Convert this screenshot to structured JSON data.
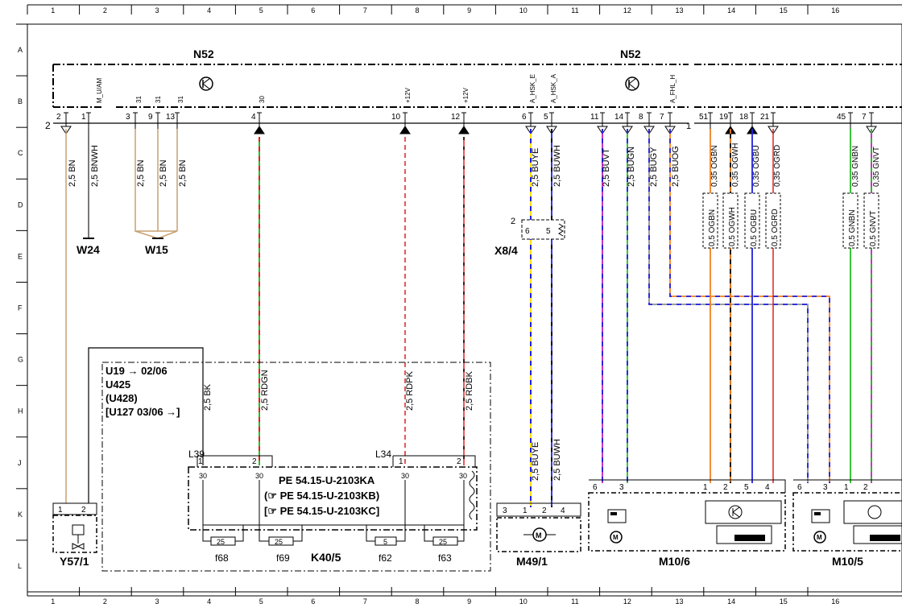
{
  "grid": {
    "columns": [
      "1",
      "2",
      "3",
      "4",
      "5",
      "6",
      "7",
      "8",
      "9",
      "10",
      "11",
      "12",
      "13",
      "14",
      "15",
      "16"
    ],
    "rows": [
      "A",
      "B",
      "C",
      "D",
      "E",
      "F",
      "G",
      "H",
      "J",
      "K",
      "L"
    ]
  },
  "components": {
    "n52_left": "N52",
    "n52_right": "N52",
    "w24": "W24",
    "w15": "W15",
    "x8_4": "X8/4",
    "y57_1": "Y57/1",
    "k40_5": "K40/5",
    "m49_1": "M49/1",
    "m10_6": "M10/6",
    "m10_5": "M10/5"
  },
  "connector_labels": {
    "c2": "2",
    "c1": "1",
    "c3": "3",
    "c9": "9",
    "c13": "13",
    "c4": "4",
    "c10": "10",
    "c12": "12",
    "c6": "6",
    "c5": "5",
    "c11": "11",
    "c14": "14",
    "c8": "8",
    "c7": "7",
    "c51": "51",
    "c19": "19",
    "c18": "18",
    "c21": "21",
    "c45": "45",
    "c7b": "7"
  },
  "signal_labels": {
    "s_m_u_am": "M_U/AM",
    "s31a": "31",
    "s31b": "31",
    "s31c": "31",
    "s30": "30",
    "s12va": "+12V",
    "s12vb": "+12V",
    "s_hsk_e": "A_HSK_E",
    "s_hsk_a": "A_HSK_A",
    "s_fhl_h": "A_FHL_H"
  },
  "wires": {
    "w_bn1": "2,5  BN",
    "w_bnwh": "2,5  BNWH",
    "w_bn2": "2,5  BN",
    "w_bn3": "2,5  BN",
    "w_bn4": "2,5  BN",
    "w_buye": "2,5  BUYE",
    "w_buwh": "2,5  BUWH",
    "w_buvt": "2,5  BUVT",
    "w_bugn": "2,5  BUGN",
    "w_bugy": "2,5  BUGY",
    "w_buog": "2,5  BUOG",
    "w_ogbn": "0,35  OGBN",
    "w_ogwh": "0,35  OGWH",
    "w_ogbu": "0,35  OGBU",
    "w_ogrd": "0,35  OGRD",
    "w_gnbn": "0,35  GNBN",
    "w_gnvt": "0,35  GNVT",
    "w_ogbn2": "0,5  OGBN",
    "w_ogwh2": "0,5  OGWH",
    "w_ogbu2": "0,5  OGBU",
    "w_ogrd2": "0,5  OGRD",
    "w_gnbn2": "0,5  GNBN",
    "w_gnvt2": "0,5  GNVT",
    "w_bk": "2,5  BK",
    "w_rdgn": "2,5  RDGN",
    "w_rdpk": "2,5  RDPK",
    "w_rdbk": "2,5  RDBK",
    "w_buye2": "2,5  BUYE",
    "w_buwh2": "2,5  BUWH"
  },
  "k40_notes": {
    "u19": "U19  →  02/06",
    "u425": "U425",
    "u428": "(U428)",
    "u127": "[U127  03/06 →]",
    "l39": "L39",
    "l34": "L34",
    "pe_a": "PE  54.15-U-2103KA",
    "pe_b": "(☞ PE  54.15-U-2103KB)",
    "pe_c": "[☞ PE  54.15-U-2103KC]",
    "f68": "f68",
    "f69": "f69",
    "f62": "f62",
    "f63": "f63",
    "f68v": "25",
    "f69v": "25",
    "f62v": "5",
    "f63v": "25"
  },
  "colors": {
    "brown": "#c8a070",
    "green": "#22c022",
    "red": "#e02020",
    "yellow": "#ffe000",
    "blue": "#2020e0",
    "violet": "#c020c0",
    "orange": "#f08020",
    "gray": "#909090"
  }
}
